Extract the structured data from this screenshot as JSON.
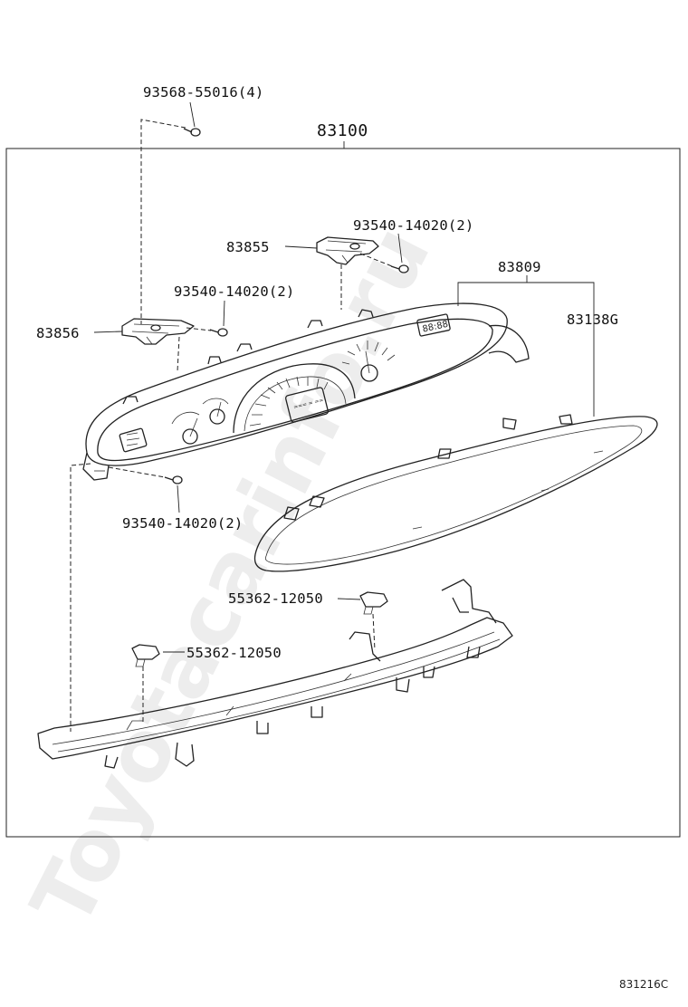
{
  "diagram": {
    "watermark": "Toyotacarinfo.ru",
    "reference_code": "831216C",
    "assembly_label": "83100",
    "callouts": {
      "screw_top": "93568-55016(4)",
      "screw_right_bracket": "93540-14020(2)",
      "screw_left_bracket": "93540-14020(2)",
      "screw_bottom": "93540-14020(2)",
      "bracket_right": "83855",
      "bracket_left": "83856",
      "meter_cover_group": "83809",
      "glass": "83138G",
      "clip_upper": "55362-12050",
      "clip_lower": "55362-12050"
    }
  }
}
